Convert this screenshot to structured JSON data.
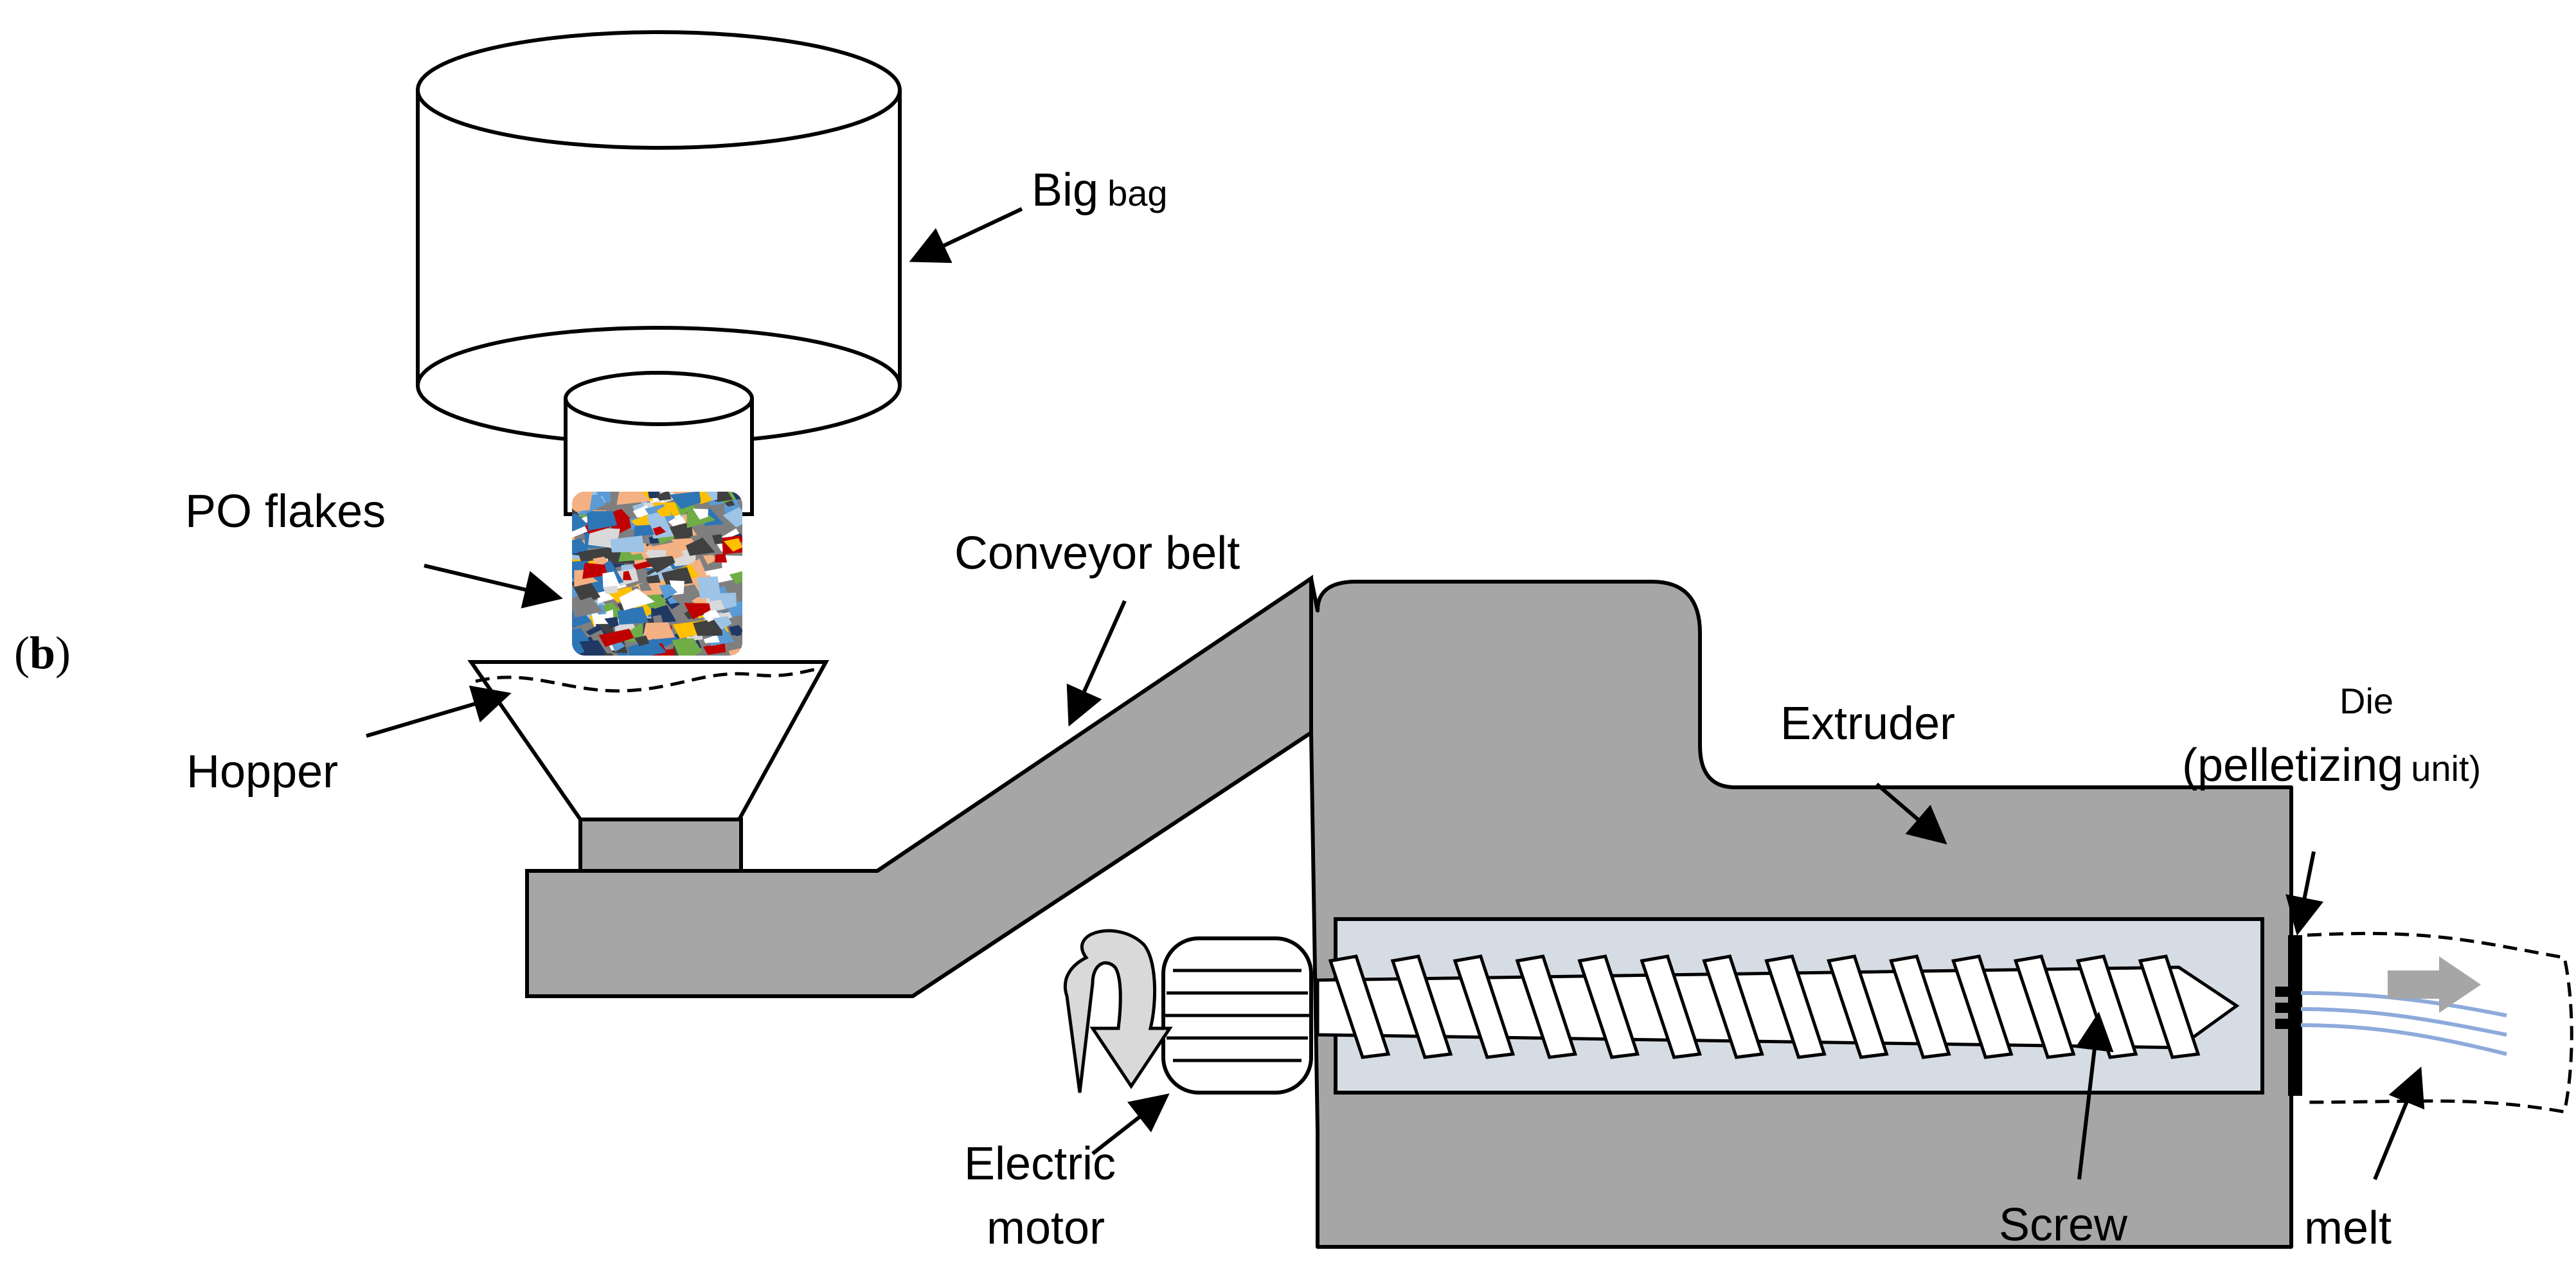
{
  "panel_label": {
    "open": "(",
    "letter": "b",
    "close": ")"
  },
  "labels": {
    "big_bag_a": "Big",
    "big_bag_b": "bag",
    "po_flakes": "PO flakes",
    "conveyor_belt": "Conveyor belt",
    "hopper": "Hopper",
    "extruder": "Extruder",
    "die": "Die",
    "pelletizing_a": "(pelletizing",
    "pelletizing_b": "unit)",
    "electric": "Electric",
    "motor": "motor",
    "screw": "Screw",
    "melt": "melt"
  },
  "colors": {
    "body_gray": "#a6a6a6",
    "barrel_fill": "#d6dce4",
    "outline": "#000000",
    "arrow_fill": "#d9d9d9",
    "melt_strand": "#8eaadb",
    "flow_arrow": "#a6a6a6"
  },
  "flake_colors": [
    "#1f3864",
    "#2e75b6",
    "#9dc3e6",
    "#ffffff",
    "#7f7f7f",
    "#ffc000",
    "#c00000",
    "#70ad47",
    "#d9d9d9",
    "#404040",
    "#5b9bd5",
    "#f4b183"
  ]
}
